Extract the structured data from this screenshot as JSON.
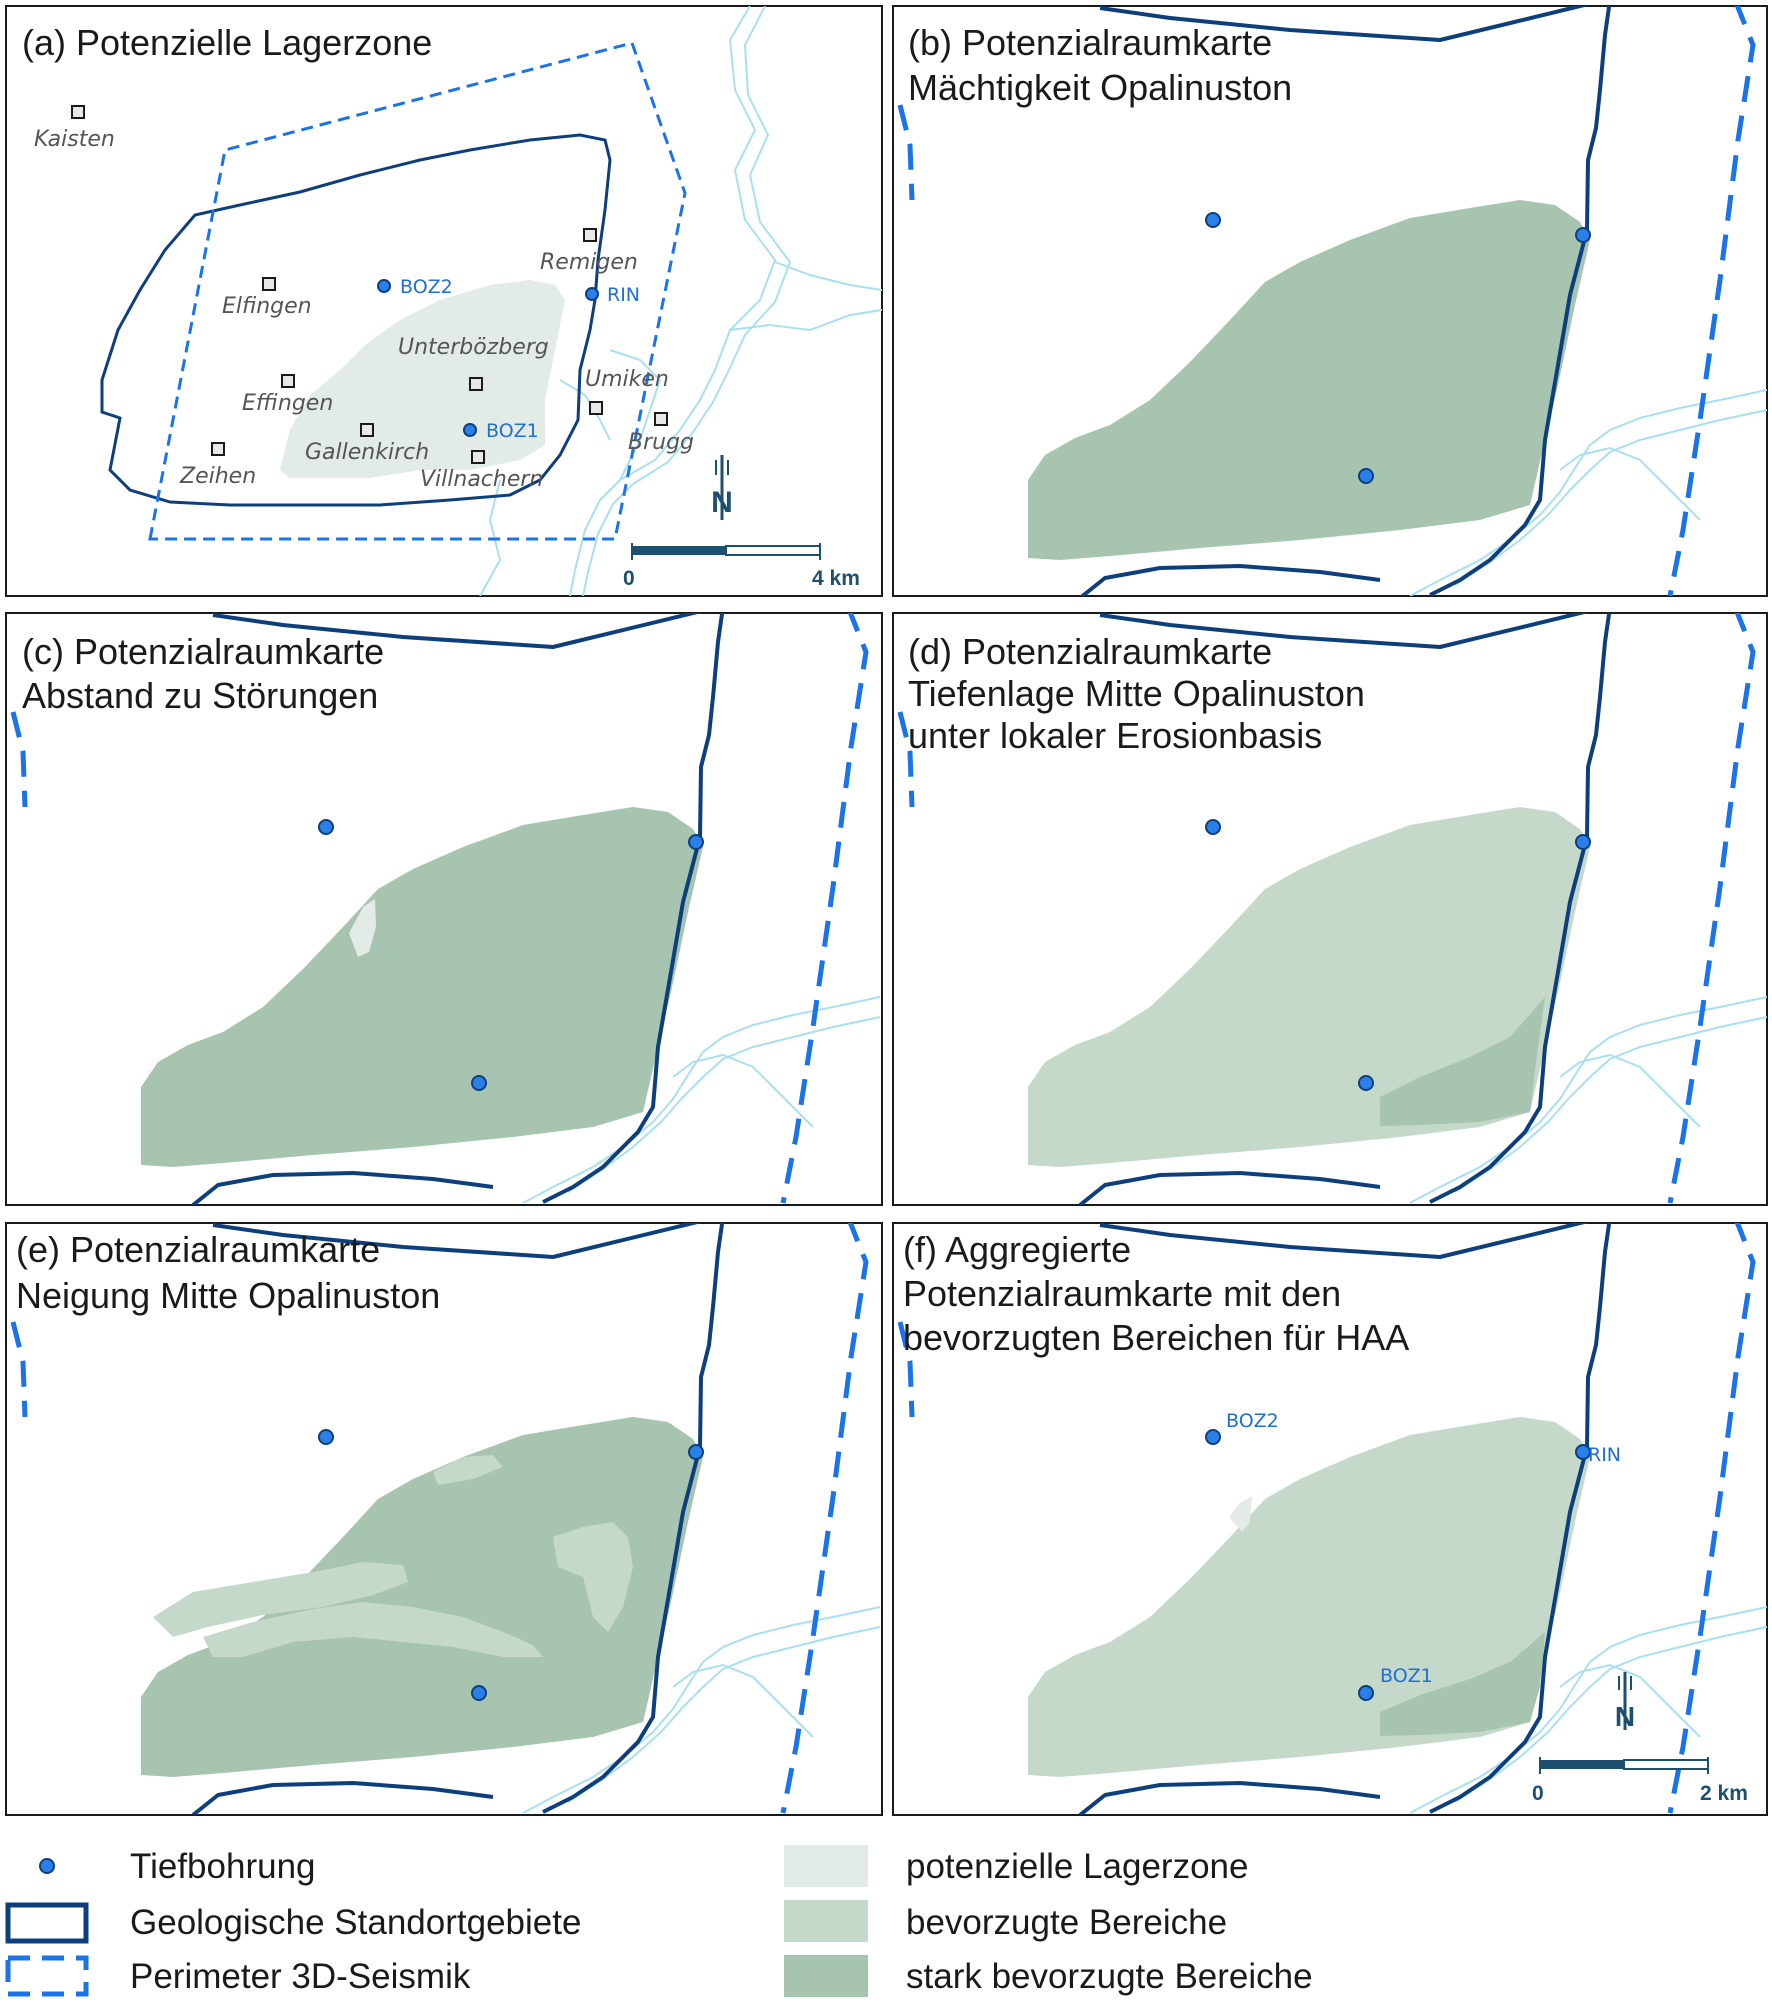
{
  "panels": {
    "a": {
      "title_lines": [
        "(a) Potenzielle Lagerzone"
      ]
    },
    "b": {
      "title_lines": [
        "(b) Potenzialraumkarte",
        "Mächtigkeit Opalinuston"
      ]
    },
    "c": {
      "title_lines": [
        "(c) Potenzialraumkarte",
        "Abstand zu Störungen"
      ]
    },
    "d": {
      "title_lines": [
        "(d) Potenzialraumkarte",
        "Tiefenlage Mitte Opalinuston",
        "unter lokaler Erosionbasis"
      ]
    },
    "e": {
      "title_lines": [
        "(e) Potenzialraumkarte",
        "Neigung Mitte Opalinuston"
      ]
    },
    "f": {
      "title_lines": [
        "(f) Aggregierte",
        "Potenzialraumkarte mit den",
        "bevorzugten Bereichen für HAA"
      ]
    }
  },
  "places": [
    "Kaisten",
    "Elfingen",
    "Remigen",
    "Unterbözberg",
    "Effingen",
    "Umiken",
    "Gallenkirch",
    "Zeihen",
    "Villnachern",
    "Brugg"
  ],
  "boreholes": {
    "boz2": "BOZ2",
    "boz1": "BOZ1",
    "rin": "RIN"
  },
  "scalebars": {
    "a": {
      "start": "0",
      "end": "4 km"
    },
    "f": {
      "start": "0",
      "end": "2 km"
    }
  },
  "north_label": "N",
  "legend": {
    "borehole": "Tiefbohrung",
    "sites": "Geologische Standortgebiete",
    "seismic": "Perimeter 3D-Seismik",
    "zone": "potenzielle Lagerzone",
    "preferred": "bevorzugte Bereiche",
    "strongly_preferred": "stark bevorzugte Bereiche"
  },
  "colors": {
    "zone": "#e2ebe5",
    "preferred": "#c5d9cb",
    "strongly_preferred": "#a6c4b0",
    "site_outline": "#0d3f7d",
    "seismic": "#1a73e8",
    "river": "#a8e0ef",
    "borehole_fill": "#2a80e8"
  }
}
